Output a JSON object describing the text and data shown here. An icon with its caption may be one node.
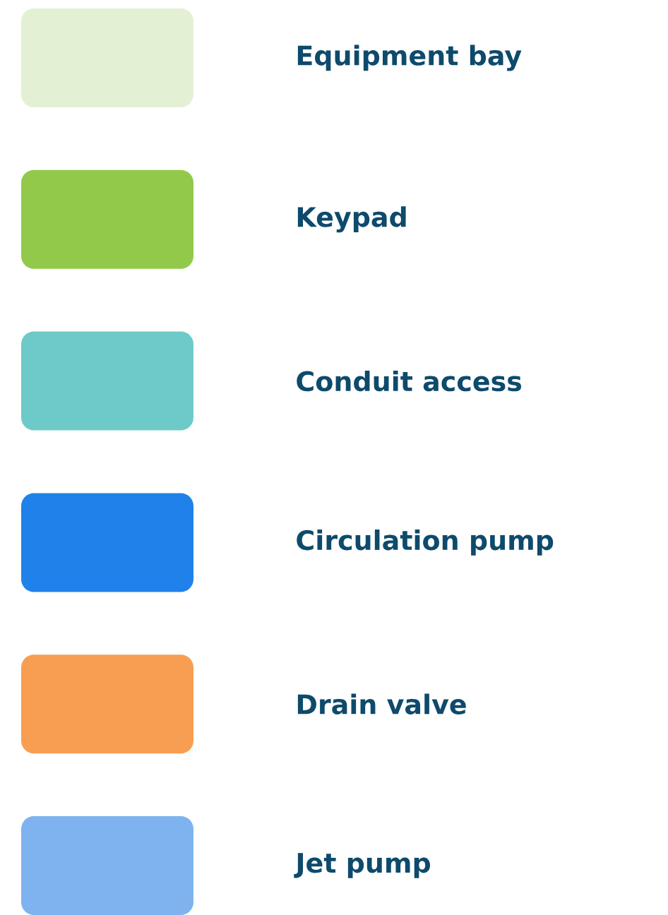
{
  "diagram": {
    "legend": [
      {
        "text": "Equipment bay",
        "color": "#e3f0d4"
      },
      {
        "text": "Keypad",
        "color": "#92c94a"
      },
      {
        "text": "Conduit access",
        "color": "#6ecac9"
      },
      {
        "text": "Circulation pump",
        "color": "#2081ea"
      },
      {
        "text": "Drain valve",
        "color": "#f89e52"
      },
      {
        "text": "Jet pump",
        "color": "#7eb3f0"
      }
    ]
  }
}
